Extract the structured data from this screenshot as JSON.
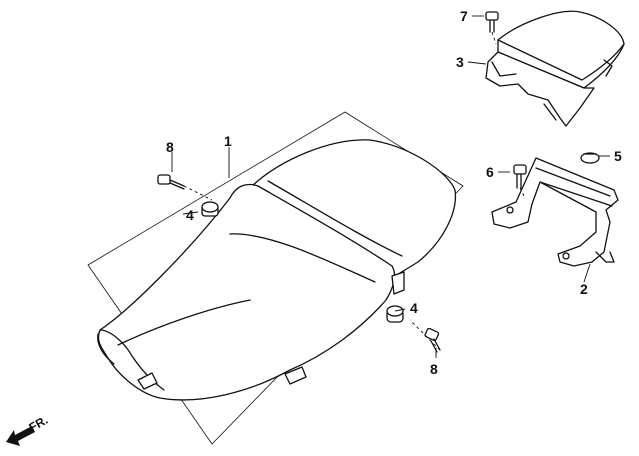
{
  "diagram": {
    "callouts": [
      {
        "id": "seat",
        "number": "1"
      },
      {
        "id": "bracket",
        "number": "2"
      },
      {
        "id": "cowl",
        "number": "3"
      },
      {
        "id": "cushion-left",
        "number": "4"
      },
      {
        "id": "cushion-right",
        "number": "4"
      },
      {
        "id": "nut",
        "number": "5"
      },
      {
        "id": "bolt-bracket",
        "number": "6"
      },
      {
        "id": "bolt-cowl",
        "number": "7"
      },
      {
        "id": "bolt-left",
        "number": "8"
      },
      {
        "id": "bolt-right",
        "number": "8"
      }
    ],
    "direction_label": "FR."
  }
}
